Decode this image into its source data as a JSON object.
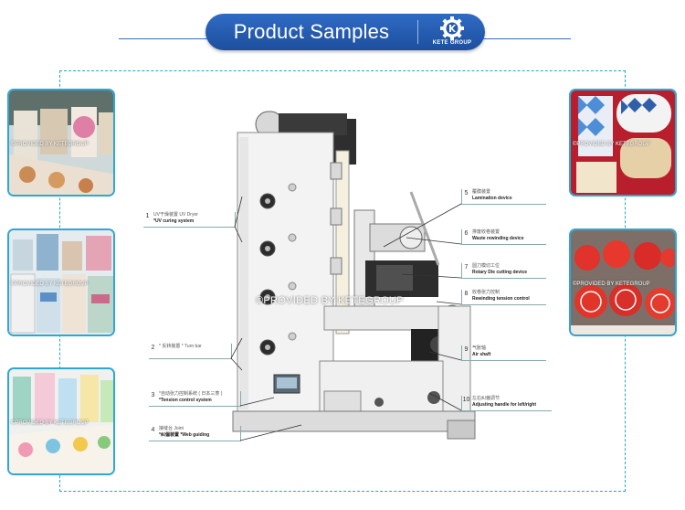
{
  "header": {
    "title": "Product Samples",
    "logo_text": "KETE GROUP"
  },
  "watermark": "©PROVIDED BY KETEGROUP",
  "big_watermark": "©PROVIDED BY KETEGROUP",
  "callouts": [
    {
      "num": "1",
      "cn": "UV干燥装置  UV Dryer",
      "en": "*UV curing system"
    },
    {
      "num": "2",
      "cn": "* 反转装置  * Turn bar",
      "en": ""
    },
    {
      "num": "3",
      "cn": "*自动张力控制系统  ( 日本三菱 )",
      "en": "*Tension control system"
    },
    {
      "num": "4",
      "cn": "接缝台  Joint",
      "en": "*纠偏装置  *Web guiding"
    },
    {
      "num": "5",
      "cn": "覆膜装置",
      "en": "Lamination device"
    },
    {
      "num": "6",
      "cn": "排废收卷装置",
      "en": "Waste rewinding device"
    },
    {
      "num": "7",
      "cn": "圆刀模切工位",
      "en": "Rotary Die cutting device"
    },
    {
      "num": "8",
      "cn": "收卷张力控制",
      "en": "Rewinding tension control"
    },
    {
      "num": "9",
      "cn": "气胀轴",
      "en": "Air shaft"
    },
    {
      "num": "10",
      "cn": "左右纠偏调节",
      "en": "Adjusting handle for left/right"
    }
  ]
}
